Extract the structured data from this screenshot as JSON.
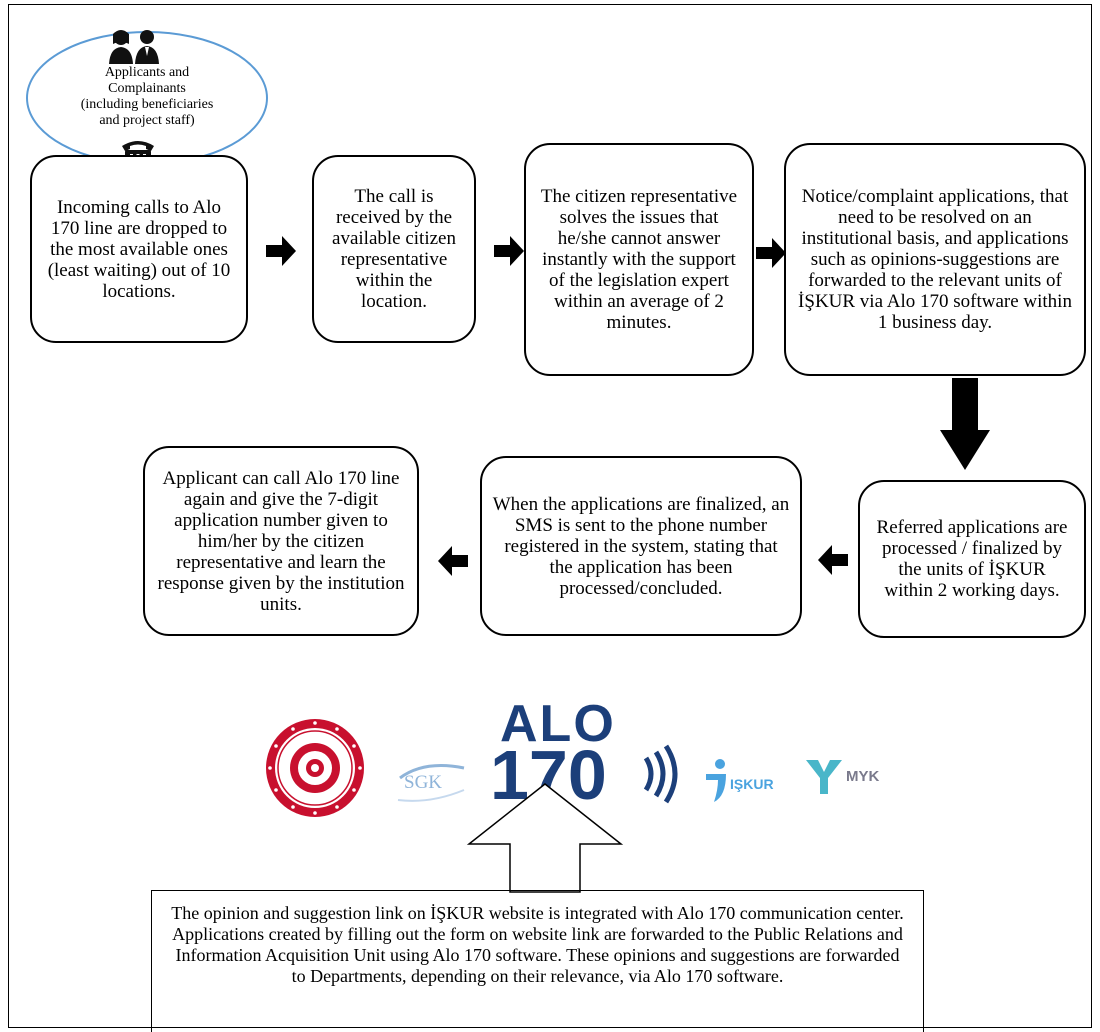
{
  "actor": {
    "label_lines": [
      "Applicants and",
      "Complainants",
      "(including beneficiaries",
      "and project staff)"
    ],
    "icons": [
      "people-icon",
      "telephone-icon"
    ]
  },
  "steps": [
    {
      "text": "Incoming calls to Alo 170 line are dropped to the most available ones (least waiting) out of 10 locations."
    },
    {
      "text": "The call is received by the available citizen representative within the location."
    },
    {
      "text": "The citizen representative solves the issues that he/she cannot answer instantly with the support of the legislation expert within an average of 2 minutes."
    },
    {
      "text": "Notice/complaint applications, that need to be resolved on an institutional basis, and applications such as opinions-suggestions are forwarded to the relevant units of İŞKUR via Alo 170 software within 1 business day."
    },
    {
      "text": "Referred applications are processed / finalized by the units of İŞKUR within 2 working days."
    },
    {
      "text": "When the applications are finalized, an SMS is sent to the phone number registered in the system, stating that the application has been processed/concluded."
    },
    {
      "text": "Applicant can call Alo 170 line again and give the 7-digit application number given to him/her by the citizen representative and learn the response given by the institution units."
    }
  ],
  "logos": {
    "sgk": "SGK",
    "alo": "ALO",
    "alo_number": "170",
    "iskur": "IŞKUR",
    "myk": "MYK"
  },
  "web_note": {
    "text": "The opinion and suggestion link on İŞKUR website is integrated with Alo 170 communication center. Applications created by filling out the form on website link are forwarded to the Public Relations and Information Acquisition Unit using Alo 170 software. These opinions and suggestions are forwarded to Departments, depending on their relevance, via Alo 170 software."
  },
  "colors": {
    "ellipse_stroke": "#5b9bd5",
    "ministry_red": "#c8102e",
    "sgk_blue": "#8fb4d9",
    "alo_navy": "#1c3f7a",
    "iskur_blue": "#4aa3df",
    "myk_teal": "#49b6c9"
  }
}
